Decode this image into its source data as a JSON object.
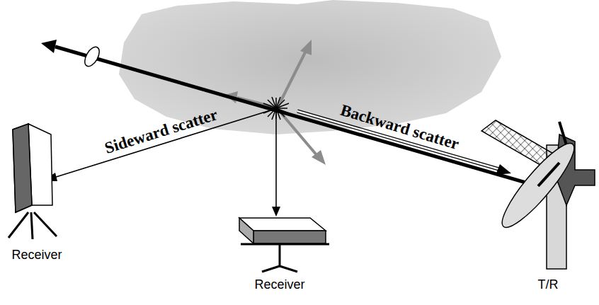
{
  "diagram": {
    "labels": [
      "Sideward scatter",
      "Backward scatter",
      "Receiver",
      "Receiver",
      "T/R"
    ]
  }
}
